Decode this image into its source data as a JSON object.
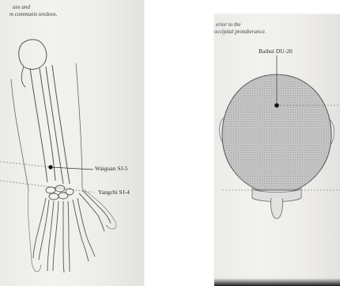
{
  "left_page": {
    "caption_line_1": "ans and",
    "caption_line_2": "m communis tendons.",
    "point_label_1": "Waiguan SJ-5",
    "point_label_2": "Yangchi SJ-4"
  },
  "right_page": {
    "caption_line_1": "erior to the",
    "caption_line_2": "occipital protuberance.",
    "point_label": "Baihui DU-20"
  }
}
